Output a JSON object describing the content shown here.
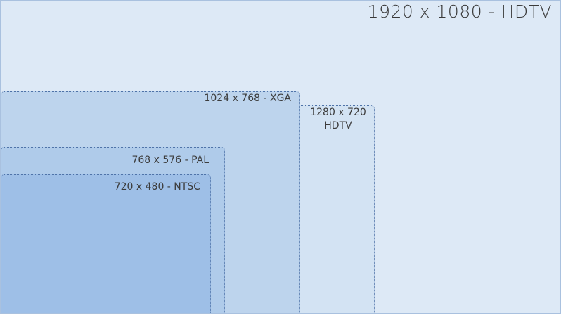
{
  "diagram": {
    "boxes": [
      {
        "id": "hdtv1080",
        "label": "1920 x 1080 - HDTV"
      },
      {
        "id": "xga",
        "label": "1024 x 768 - XGA"
      },
      {
        "id": "hdtv720",
        "label": "1280 x 720\nHDTV"
      },
      {
        "id": "pal",
        "label": "768 x 576 - PAL"
      },
      {
        "id": "ntsc",
        "label": "720 x 480 - NTSC"
      }
    ]
  }
}
